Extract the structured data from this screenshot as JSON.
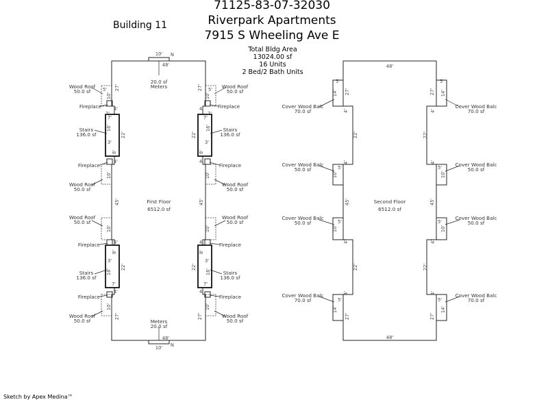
{
  "header": {
    "parcel_id": "71125-83-07-32030",
    "property_name": "Riverpark Apartments",
    "address": "7915 S Wheeling Ave E",
    "building": "Building 11"
  },
  "summary": {
    "total_area_label": "Total Bldg Area",
    "total_area": "13024.00 sf",
    "units": "16 Units",
    "unit_type": "2 Bed/2 Bath Units"
  },
  "first_floor": {
    "name": "First Floor",
    "area": "6512.0 sf",
    "meters_top": {
      "name": "Meters",
      "area": "20.0 sf"
    },
    "meters_bottom": {
      "name": "Meters",
      "area": "20.0 sf"
    },
    "wood_roof": {
      "name": "Wood Roof",
      "area": "50.0 sf"
    },
    "fireplace": {
      "name": "Fireplace"
    },
    "stairs": {
      "name": "Stairs",
      "area": "136.0 sf"
    },
    "north": "N"
  },
  "second_floor": {
    "name": "Second Floor",
    "area": "6512.0 sf",
    "balc_large": {
      "name": "Cover Wood Balc",
      "area": "70.0 sf"
    },
    "balc_small": {
      "name": "Cover Wood Balc",
      "area": "50.0 sf"
    }
  },
  "dims": {
    "d48": "48'",
    "d27": "27'",
    "d22": "22'",
    "d45": "45'",
    "d10": "10'",
    "d16": "16'",
    "d14": "14'",
    "d5": "5'",
    "d4": "4'",
    "d3": "3'",
    "d7": "7'",
    "d8": "8'",
    "d2": "2'"
  },
  "footer": {
    "credit": "Sketch by Apex Medina™"
  }
}
